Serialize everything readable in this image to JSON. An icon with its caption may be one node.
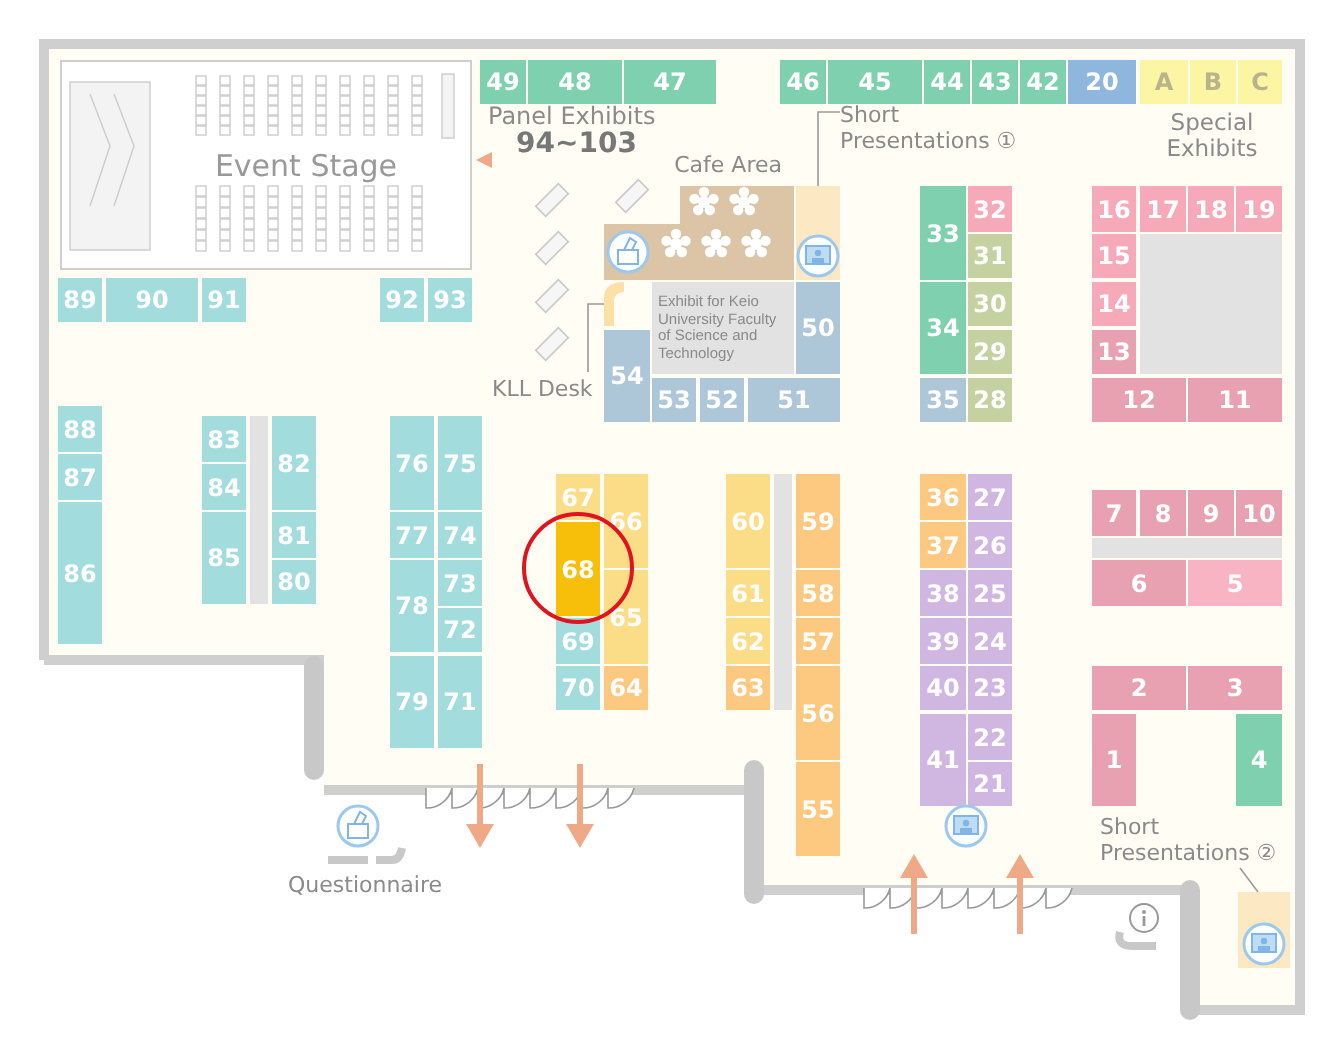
{
  "diagram": {
    "nodes": [
      {
        "text": [
          "Event Stage"
        ]
      },
      {
        "text": [
          "49"
        ]
      },
      {
        "text": [
          "48"
        ]
      },
      {
        "text": [
          "47"
        ]
      },
      {
        "text": [
          "46"
        ]
      },
      {
        "text": [
          "45"
        ]
      },
      {
        "text": [
          "44"
        ]
      },
      {
        "text": [
          "43"
        ]
      },
      {
        "text": [
          "42"
        ]
      },
      {
        "text": [
          "20"
        ]
      },
      {
        "text": [
          "A"
        ]
      },
      {
        "text": [
          "B"
        ]
      },
      {
        "text": [
          "C"
        ]
      },
      {
        "text": [
          "89"
        ]
      },
      {
        "text": [
          "90"
        ]
      },
      {
        "text": [
          "91"
        ]
      },
      {
        "text": [
          "92"
        ]
      },
      {
        "text": [
          "93"
        ]
      },
      {
        "text": [
          "Cafe Area"
        ]
      },
      {
        "text": [
          "Short Presentations ①"
        ]
      },
      {
        "text": [],
        "shape": "box"
      },
      {
        "text": [
          "Exhibit for Keio University Faculty of Science and Technology"
        ]
      },
      {
        "text": [
          "50"
        ]
      },
      {
        "text": [],
        "shape": "bar"
      },
      {
        "text": [
          "KLL Desk"
        ]
      },
      {
        "text": [
          "54"
        ]
      },
      {
        "text": [
          "53"
        ]
      },
      {
        "text": [
          "52"
        ]
      },
      {
        "text": [
          "51"
        ]
      },
      {
        "text": [
          "33"
        ]
      },
      {
        "text": [
          "32"
        ]
      },
      {
        "text": [
          "31"
        ]
      },
      {
        "text": [
          "34"
        ]
      },
      {
        "text": [
          "30"
        ]
      },
      {
        "text": [
          "29"
        ]
      },
      {
        "text": [
          "35"
        ]
      },
      {
        "text": [
          "28"
        ]
      },
      {
        "text": [
          "16"
        ]
      },
      {
        "text": [
          "17"
        ]
      },
      {
        "text": [
          "18"
        ]
      },
      {
        "text": [
          "19"
        ]
      },
      {
        "text": [
          "15"
        ]
      },
      {
        "text": [
          "14"
        ]
      },
      {
        "text": [
          "13"
        ]
      },
      {
        "text": [
          "12"
        ]
      },
      {
        "text": [
          "11"
        ]
      },
      {
        "text": [
          "88"
        ]
      },
      {
        "text": [
          "87"
        ]
      },
      {
        "text": [
          "86"
        ]
      },
      {
        "text": [
          "83"
        ]
      },
      {
        "text": [
          "84"
        ]
      },
      {
        "text": [
          "85"
        ]
      },
      {
        "text": [
          "82"
        ]
      },
      {
        "text": [
          "81"
        ]
      },
      {
        "text": [
          "80"
        ]
      },
      {
        "text": [
          "76"
        ]
      },
      {
        "text": [
          "75"
        ]
      },
      {
        "text": [
          "77"
        ]
      },
      {
        "text": [
          "74"
        ]
      },
      {
        "text": [
          "78"
        ]
      },
      {
        "text": [
          "73"
        ]
      },
      {
        "text": [
          "72"
        ]
      },
      {
        "text": [
          "79"
        ]
      },
      {
        "text": [
          "71"
        ]
      },
      {
        "text": [
          "67"
        ]
      },
      {
        "text": [
          "66"
        ]
      },
      {
        "text": [
          "68"
        ]
      },
      {
        "text": [
          "65"
        ]
      },
      {
        "text": [
          "69"
        ]
      },
      {
        "text": [
          "70"
        ]
      },
      {
        "text": [
          "64"
        ]
      },
      {
        "text": [
          "60"
        ]
      },
      {
        "text": [
          "59"
        ]
      },
      {
        "text": [
          "61"
        ]
      },
      {
        "text": [
          "58"
        ]
      },
      {
        "text": [
          "62"
        ]
      },
      {
        "text": [
          "57"
        ]
      },
      {
        "text": [
          "63"
        ]
      },
      {
        "text": [
          "56"
        ]
      },
      {
        "text": [
          "55"
        ]
      },
      {
        "text": [
          "36"
        ]
      },
      {
        "text": [
          "27"
        ]
      },
      {
        "text": [
          "37"
        ]
      },
      {
        "text": [
          "26"
        ]
      },
      {
        "text": [
          "38"
        ]
      },
      {
        "text": [
          "25"
        ]
      },
      {
        "text": [
          "39"
        ]
      },
      {
        "text": [
          "24"
        ]
      },
      {
        "text": [
          "40"
        ]
      },
      {
        "text": [
          "23"
        ]
      },
      {
        "text": [
          "41"
        ]
      },
      {
        "text": [
          "22"
        ]
      },
      {
        "text": [
          "21"
        ]
      },
      {
        "text": [
          "7"
        ]
      },
      {
        "text": [
          "8"
        ]
      },
      {
        "text": [
          "9"
        ]
      },
      {
        "text": [
          "10"
        ]
      },
      {
        "text": [
          "6"
        ]
      },
      {
        "text": [
          "5"
        ]
      },
      {
        "text": [
          "2"
        ]
      },
      {
        "text": [
          "3"
        ]
      },
      {
        "text": [
          "1"
        ]
      },
      {
        "text": [
          "4"
        ]
      },
      {
        "text": [
          "Short Presentations ②"
        ]
      },
      {
        "text": [],
        "shape": "box"
      }
    ],
    "edges": [
      {
        "from": 19,
        "to": 20,
        "arrow": "none"
      },
      {
        "from": 24,
        "to": 23,
        "arrow": "none"
      },
      {
        "from": 103,
        "to": 104,
        "arrow": "none"
      }
    ],
    "labels": [
      "Panel Exhibits",
      "94~103",
      "Special Exhibits",
      "Questionnaire"
    ]
  }
}
